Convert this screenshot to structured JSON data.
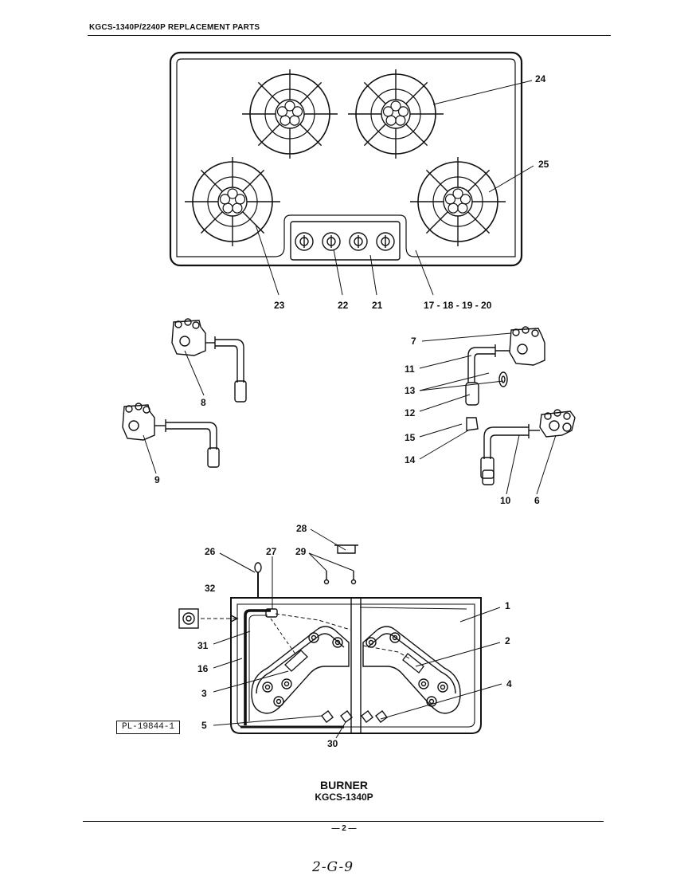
{
  "header": {
    "title": "KGCS-1340P/2240P REPLACEMENT PARTS"
  },
  "callouts": {
    "c24": "24",
    "c25": "25",
    "c23": "23",
    "c22": "22",
    "c21": "21",
    "c17": "17 - 18 - 19 - 20",
    "c7": "7",
    "c11": "11",
    "c13": "13",
    "c12": "12",
    "c15": "15",
    "c14": "14",
    "c10": "10",
    "c6": "6",
    "c8": "8",
    "c9": "9",
    "c28": "28",
    "c26": "26",
    "c27": "27",
    "c29": "29",
    "c32": "32",
    "c1": "1",
    "c2": "2",
    "c31": "31",
    "c16": "16",
    "c3": "3",
    "c4": "4",
    "c5": "5",
    "c30": "30"
  },
  "drawing_code": "PL-19844-1",
  "caption": {
    "line1": "BURNER",
    "line2": "KGCS-1340P"
  },
  "footer": {
    "page_number": "— 2 —",
    "handwritten": "2-G-9"
  }
}
